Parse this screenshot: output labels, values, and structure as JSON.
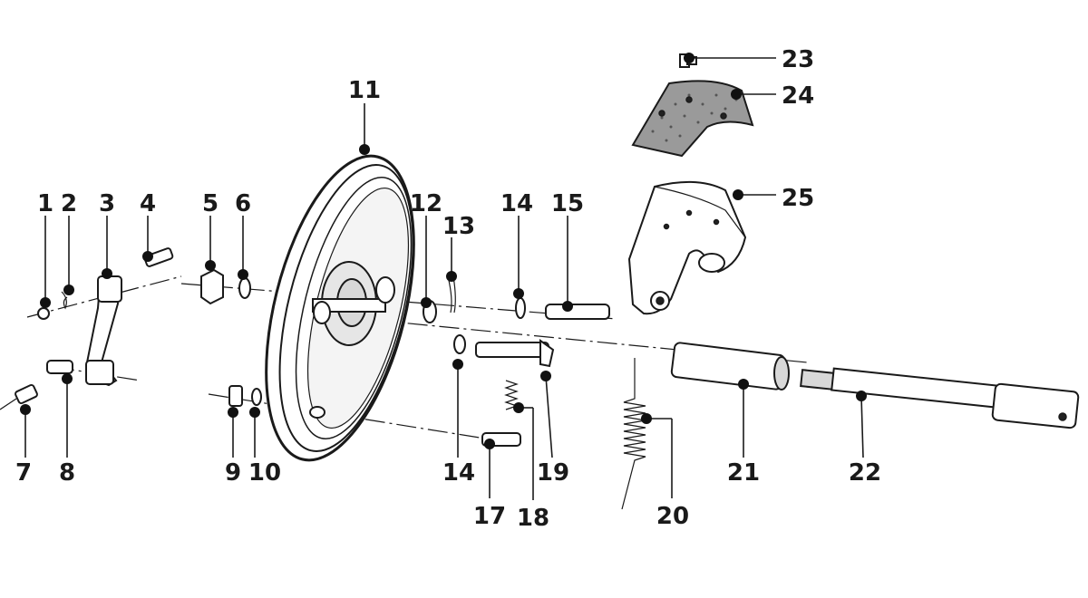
{
  "callouts": [
    {
      "id": "1",
      "label": "1"
    },
    {
      "id": "2",
      "label": "2"
    },
    {
      "id": "3",
      "label": "3"
    },
    {
      "id": "4",
      "label": "4"
    },
    {
      "id": "5",
      "label": "5"
    },
    {
      "id": "6",
      "label": "6"
    },
    {
      "id": "7",
      "label": "7"
    },
    {
      "id": "8",
      "label": "8"
    },
    {
      "id": "9",
      "label": "9"
    },
    {
      "id": "10",
      "label": "10"
    },
    {
      "id": "11",
      "label": "11"
    },
    {
      "id": "12",
      "label": "12"
    },
    {
      "id": "13",
      "label": "13"
    },
    {
      "id": "14a",
      "label": "14"
    },
    {
      "id": "14b",
      "label": "14"
    },
    {
      "id": "15",
      "label": "15"
    },
    {
      "id": "17",
      "label": "17"
    },
    {
      "id": "18",
      "label": "18"
    },
    {
      "id": "19",
      "label": "19"
    },
    {
      "id": "20",
      "label": "20"
    },
    {
      "id": "21",
      "label": "21"
    },
    {
      "id": "22",
      "label": "22"
    },
    {
      "id": "23",
      "label": "23"
    },
    {
      "id": "24",
      "label": "24"
    },
    {
      "id": "25",
      "label": "25"
    }
  ],
  "colors": {
    "ink": "#1a1a1a",
    "lining_fill": "#9a9a9a",
    "background": "#ffffff"
  }
}
